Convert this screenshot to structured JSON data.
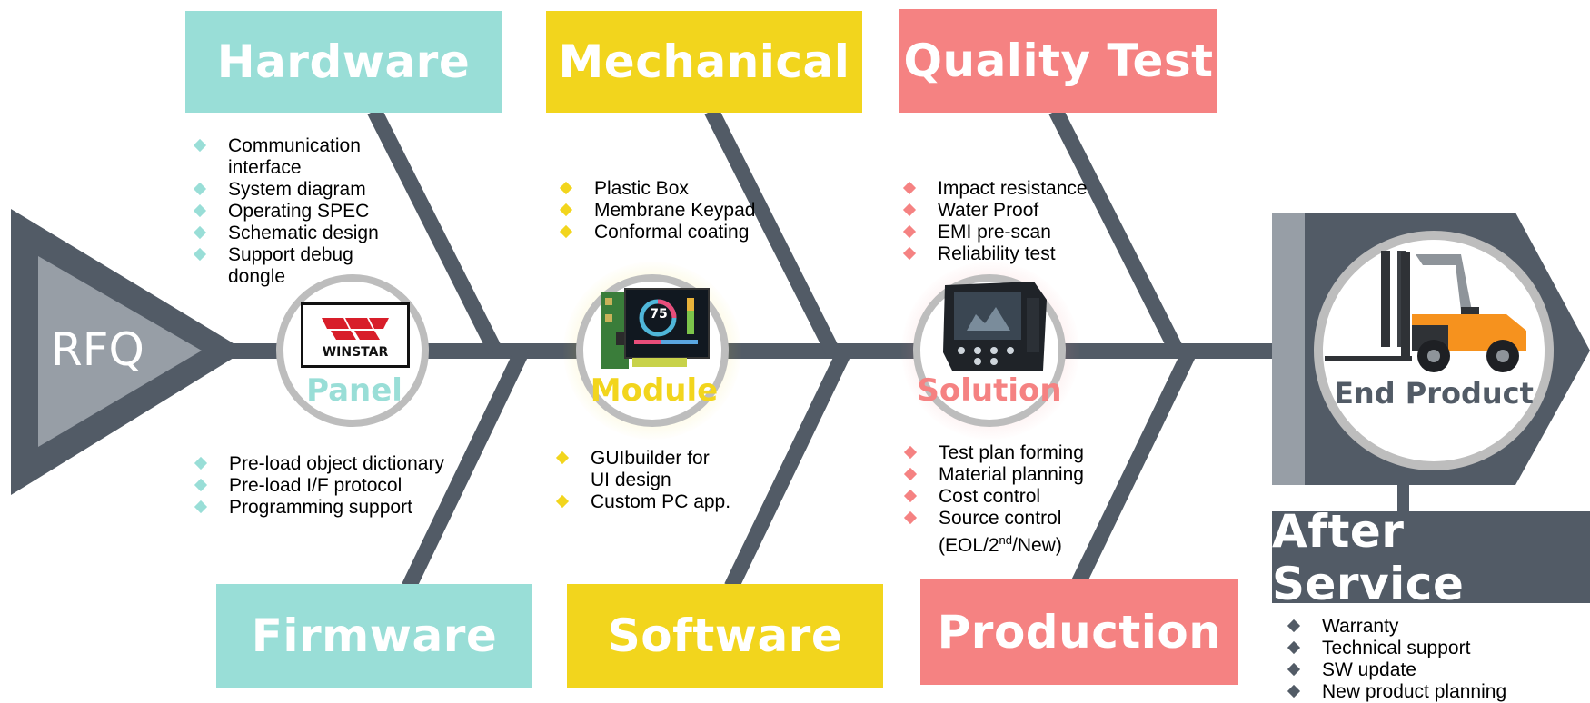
{
  "head": {
    "label": "RFQ"
  },
  "categories": {
    "hardware": {
      "title": "Hardware",
      "items": [
        "Communication interface",
        "System diagram",
        "Operating SPEC",
        "Schematic design",
        "Support debug dongle"
      ]
    },
    "mechanical": {
      "title": "Mechanical",
      "items": [
        "Plastic Box",
        "Membrane  Keypad",
        "Conformal coating"
      ]
    },
    "quality": {
      "title": "Quality Test",
      "items": [
        "Impact resistance",
        "Water Proof",
        "EMI pre-scan",
        "Reliability test"
      ]
    },
    "firmware": {
      "title": "Firmware",
      "items": [
        "Pre-load object dictionary",
        "Pre-load I/F protocol",
        "Programming support"
      ]
    },
    "software": {
      "title": "Software",
      "items": [
        "GUIbuilder for UI design",
        "Custom PC app."
      ]
    },
    "production": {
      "title": "Production",
      "items": [
        "Test plan forming",
        "Material planning",
        "Cost control",
        "Source control"
      ],
      "extra_line": "(EOL/2",
      "extra_sup": "nd",
      "extra_tail": "/New)"
    }
  },
  "nodes": {
    "panel": {
      "label": "Panel",
      "logo_text": "WINSTAR",
      "color": "#99ded7"
    },
    "module": {
      "label": "Module",
      "display_value": "75",
      "color": "#f2d51d"
    },
    "solution": {
      "label": "Solution",
      "color": "#f58282"
    },
    "end_product": {
      "label": "End Product",
      "color": "#525b66"
    }
  },
  "after_service": {
    "title": "After Service",
    "items": [
      "Warranty",
      "Technical support",
      "SW update",
      "New product planning"
    ]
  },
  "colors": {
    "teal": "#99ded7",
    "yellow": "#f2d51d",
    "red": "#f58282",
    "dark": "#525b66",
    "ring": "#bdbdbd",
    "forklift_orange": "#f6921e"
  }
}
